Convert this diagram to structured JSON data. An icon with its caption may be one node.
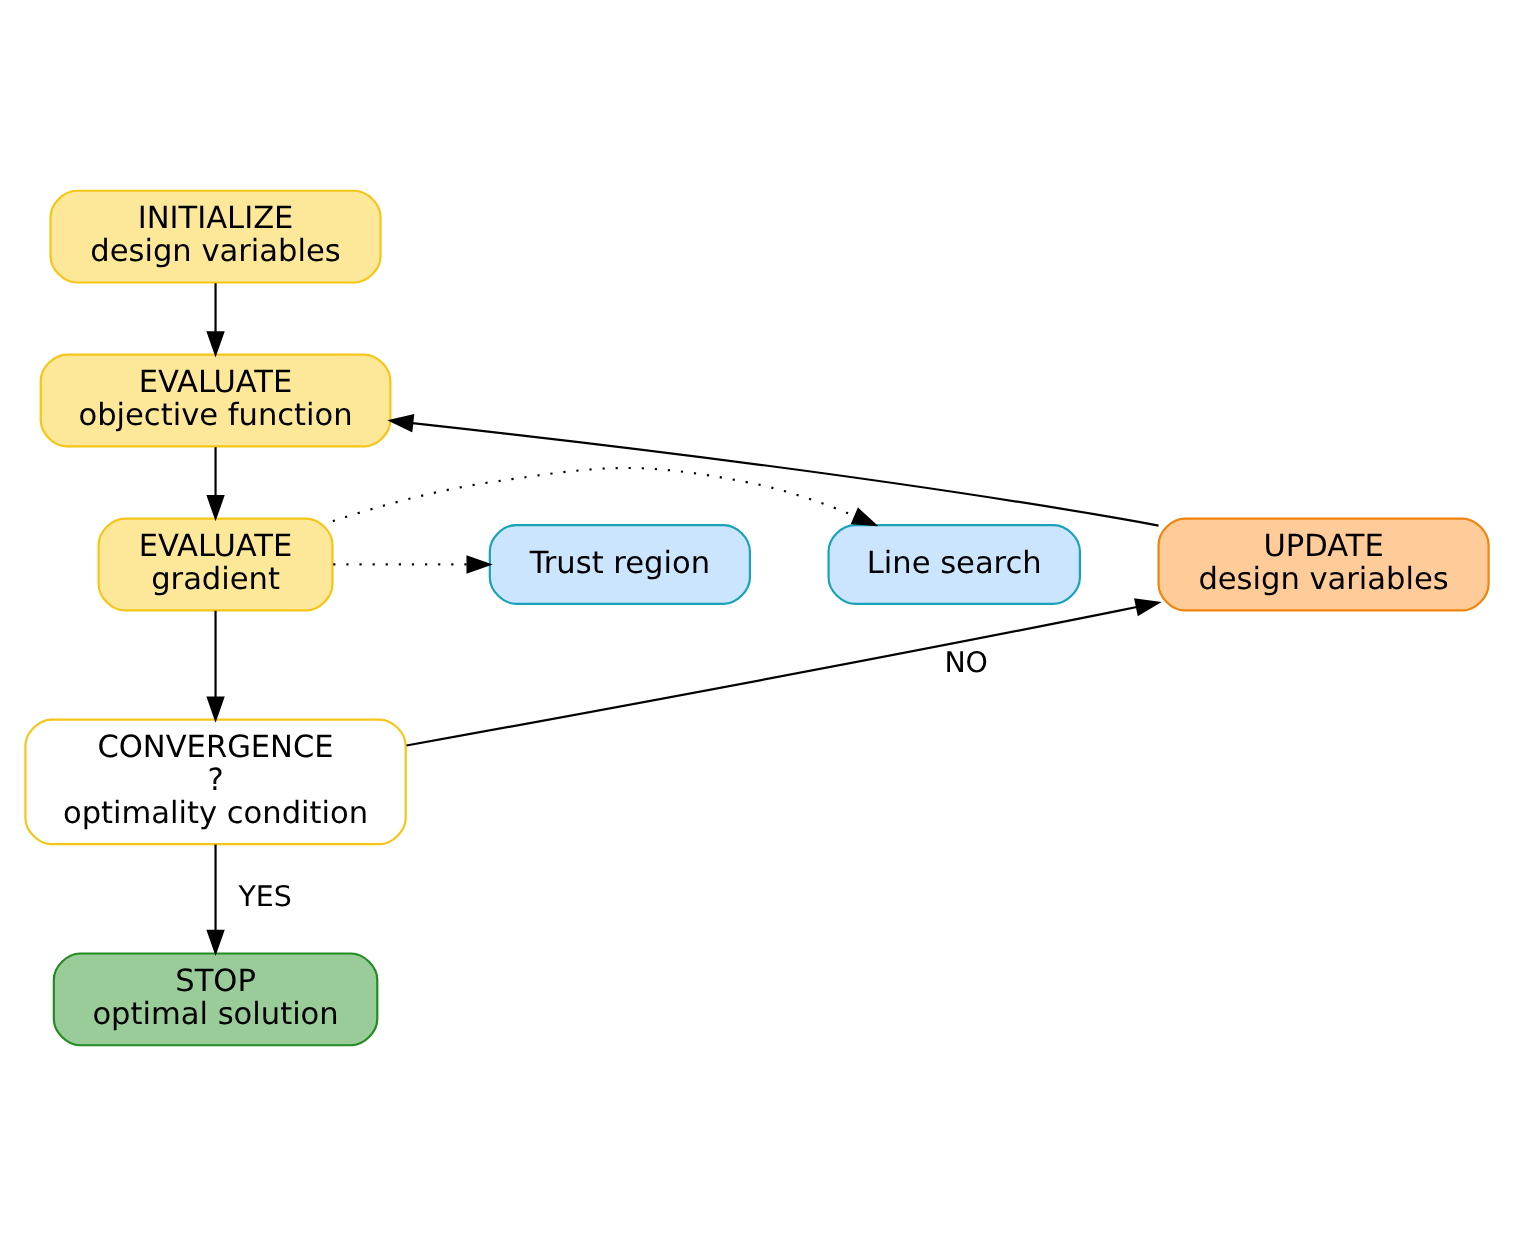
{
  "diagram": {
    "nodes": [
      {
        "text": [
          "INITIALIZE",
          "design variables"
        ]
      },
      {
        "text": [
          "EVALUATE",
          "objective function"
        ]
      },
      {
        "text": [
          "EVALUATE",
          "gradient"
        ]
      },
      {
        "text": [
          "Line search"
        ]
      },
      {
        "text": [
          "Trust region"
        ]
      },
      {
        "text": [
          "UPDATE",
          "design variables"
        ]
      },
      {
        "text": [
          "CONVERGENCE",
          "?",
          "optimality condition"
        ]
      },
      {
        "text": [
          "STOP",
          "optimal solution"
        ]
      }
    ],
    "edges": [
      {
        "from": 0,
        "to": 1,
        "arrow": "to"
      },
      {
        "from": 1,
        "to": 2,
        "arrow": "to"
      },
      {
        "from": 2,
        "to": 3,
        "arrow": "to",
        "style": "dashed"
      },
      {
        "from": 2,
        "to": 4,
        "arrow": "to",
        "style": "dashed"
      },
      {
        "from": 2,
        "to": 6,
        "arrow": "to"
      },
      {
        "from": 6,
        "to": 7,
        "arrow": "to",
        "label": "YES"
      },
      {
        "from": 6,
        "to": 5,
        "arrow": "to",
        "label": "NO"
      },
      {
        "from": 5,
        "to": 1,
        "arrow": "to"
      }
    ]
  }
}
